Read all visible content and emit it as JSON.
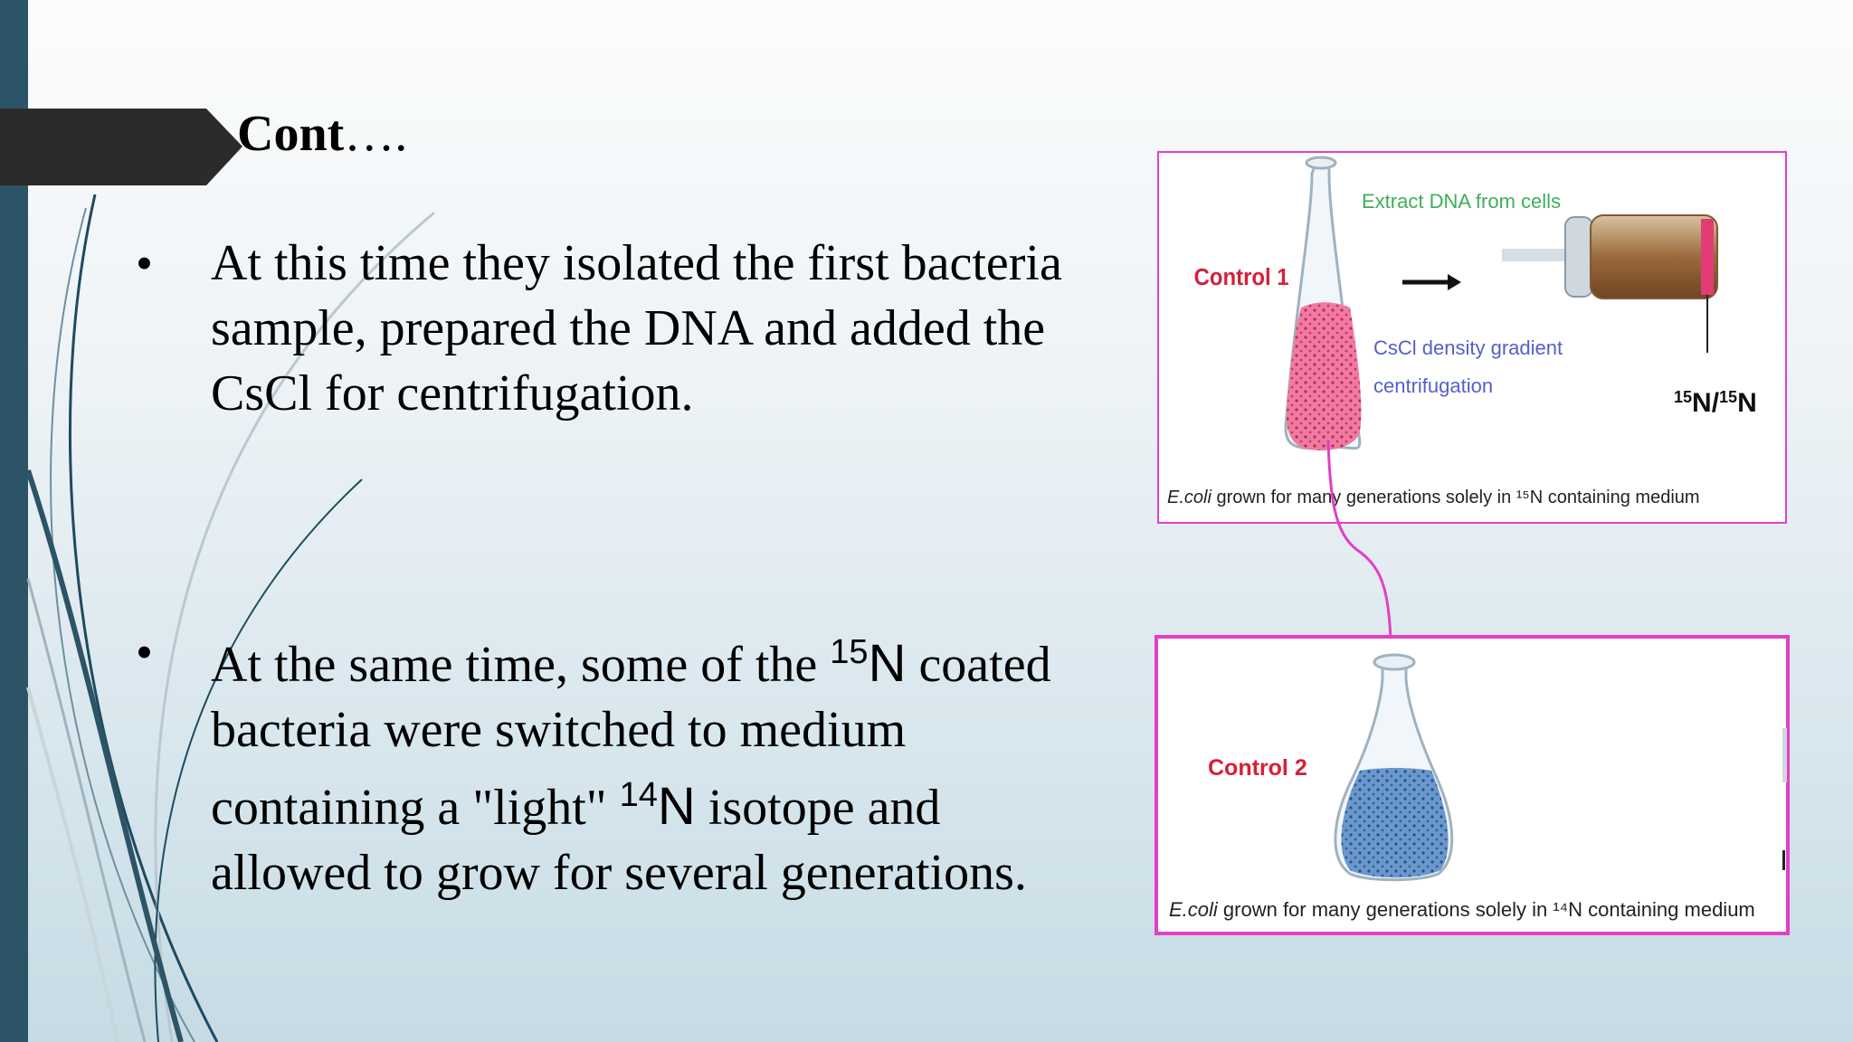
{
  "slide": {
    "title": {
      "bold": "Cont",
      "rest": "…."
    },
    "bullets": [
      {
        "symbol": "•",
        "lines": [
          "At this time they isolated the first bacteria",
          "sample, prepared the DNA and added the",
          "CsCl for centrifugation."
        ]
      },
      {
        "symbol": "•",
        "line1_a": "At the same time, some of the ",
        "line1_sup": "15",
        "line1_n": "N",
        "line1_b": " coated",
        "line2": "bacteria were switched to medium",
        "line3_a": "containing a \"light\" ",
        "line3_sup": "14",
        "line3_n": "N",
        "line3_b": " isotope and",
        "line4": "allowed to grow for several generations."
      }
    ]
  },
  "figure": {
    "control1": {
      "label": "Control 1",
      "step_top": "Extract DNA from cells",
      "step_bottom_1": "CsCl density gradient",
      "step_bottom_2": "centrifugation",
      "band_label": "15N/15N",
      "caption_em": "E.coli",
      "caption": " grown for many generations solely in ¹⁵N containing medium"
    },
    "control2": {
      "label": "Control 2",
      "caption_em": "E.coli",
      "caption": " grown for many generations solely in ¹⁴N containing medium"
    },
    "colors": {
      "frame": "#e040c8",
      "control_label": "#d6203a",
      "step_top": "#3fae5a",
      "step_bottom": "#5460c8",
      "heavy_medium": "#f07aa0",
      "light_medium": "#6a98cc",
      "left_bar": "#2d5366",
      "title_banner": "#2b2b2b"
    }
  }
}
